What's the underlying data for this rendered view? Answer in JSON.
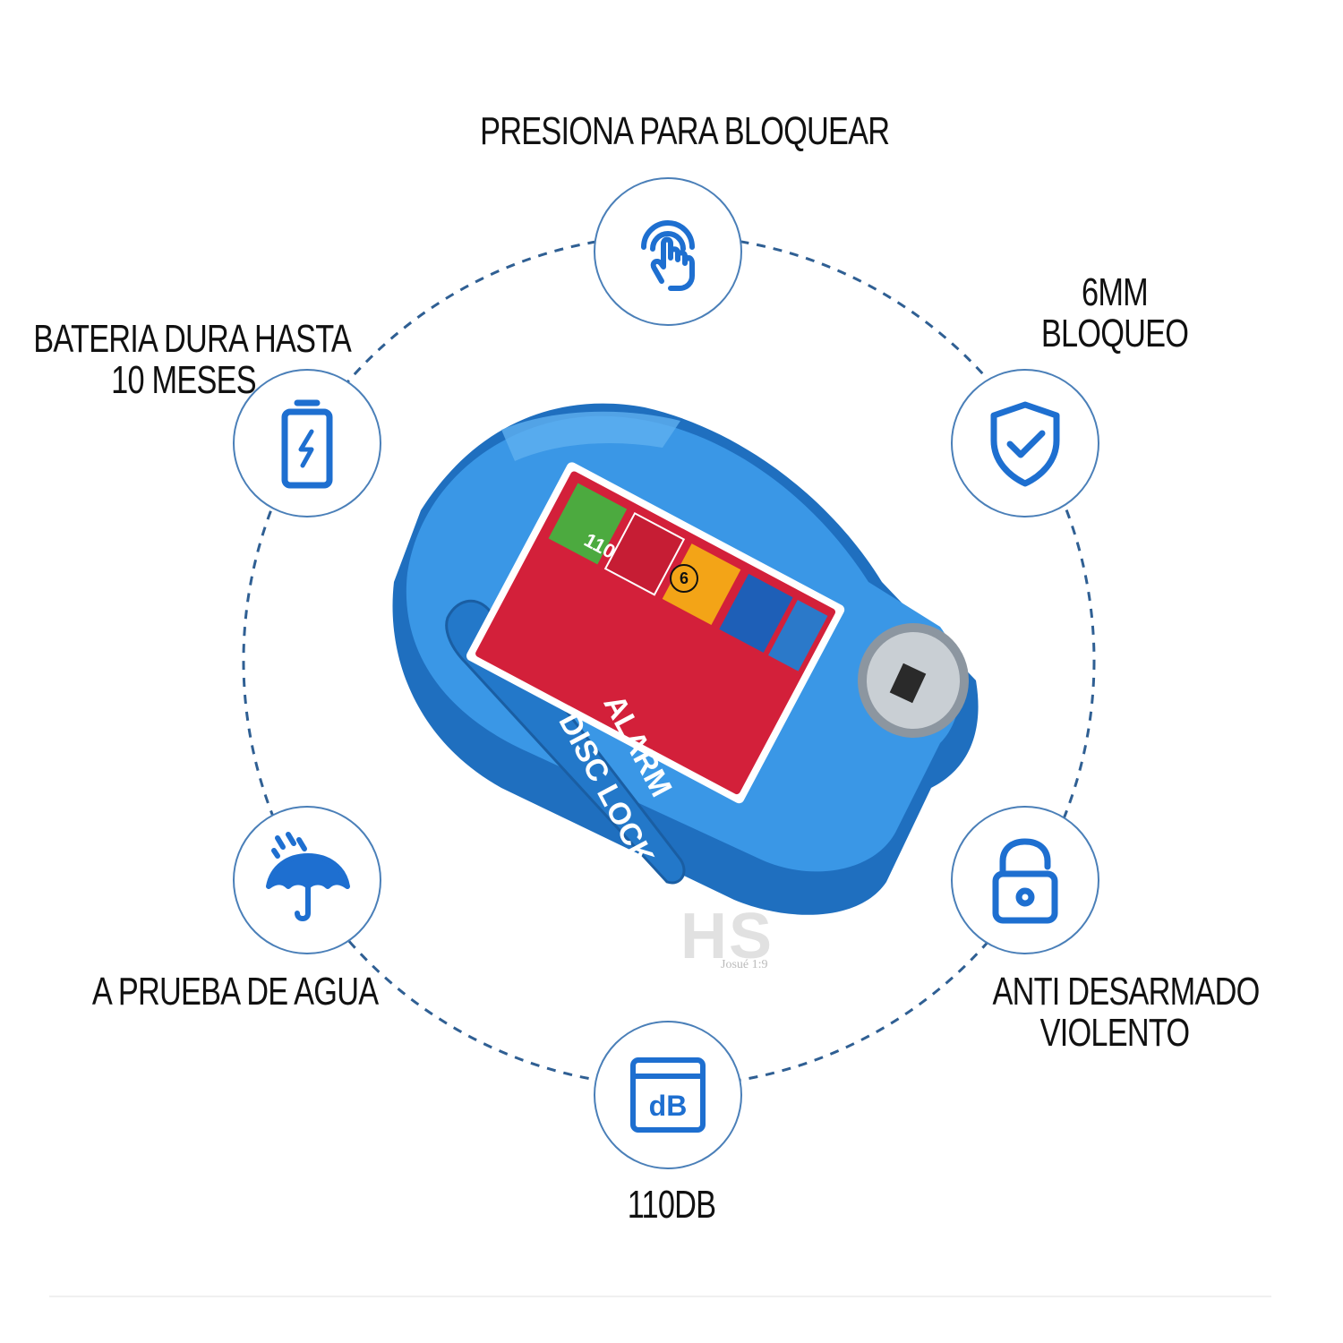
{
  "features": {
    "press_lock": "PRESIONA PARA BLOQUEAR",
    "lock_6mm_line1": "6MM",
    "lock_6mm_line2": "BLOQUEO",
    "battery_line1": "BATERIA DURA HASTA",
    "battery_line2": "10 MESES",
    "waterproof": "A PRUEBA DE AGUA",
    "anti_tamper_line1": "ANTI DESARMADO",
    "anti_tamper_line2": "VIOLENTO",
    "decibels": "110DB"
  },
  "product": {
    "sticker_line1": "ALARM",
    "sticker_line2": "DISC LOCK",
    "badge_110": "110",
    "badge_6": "6"
  },
  "watermark": {
    "brand": "HS",
    "verse": "Josué 1:9"
  },
  "icons": {
    "press_lock": "touch-finger-icon",
    "shield": "shield-check-icon",
    "battery": "battery-charge-icon",
    "waterproof": "umbrella-rain-icon",
    "anti_tamper": "padlock-icon",
    "decibels": "db-meter-icon"
  },
  "colors": {
    "icon_blue": "#1e6fd0",
    "lock_blue": "#2f8ee0",
    "sticker_red": "#d3203a",
    "dash_blue": "#2f5f93"
  }
}
